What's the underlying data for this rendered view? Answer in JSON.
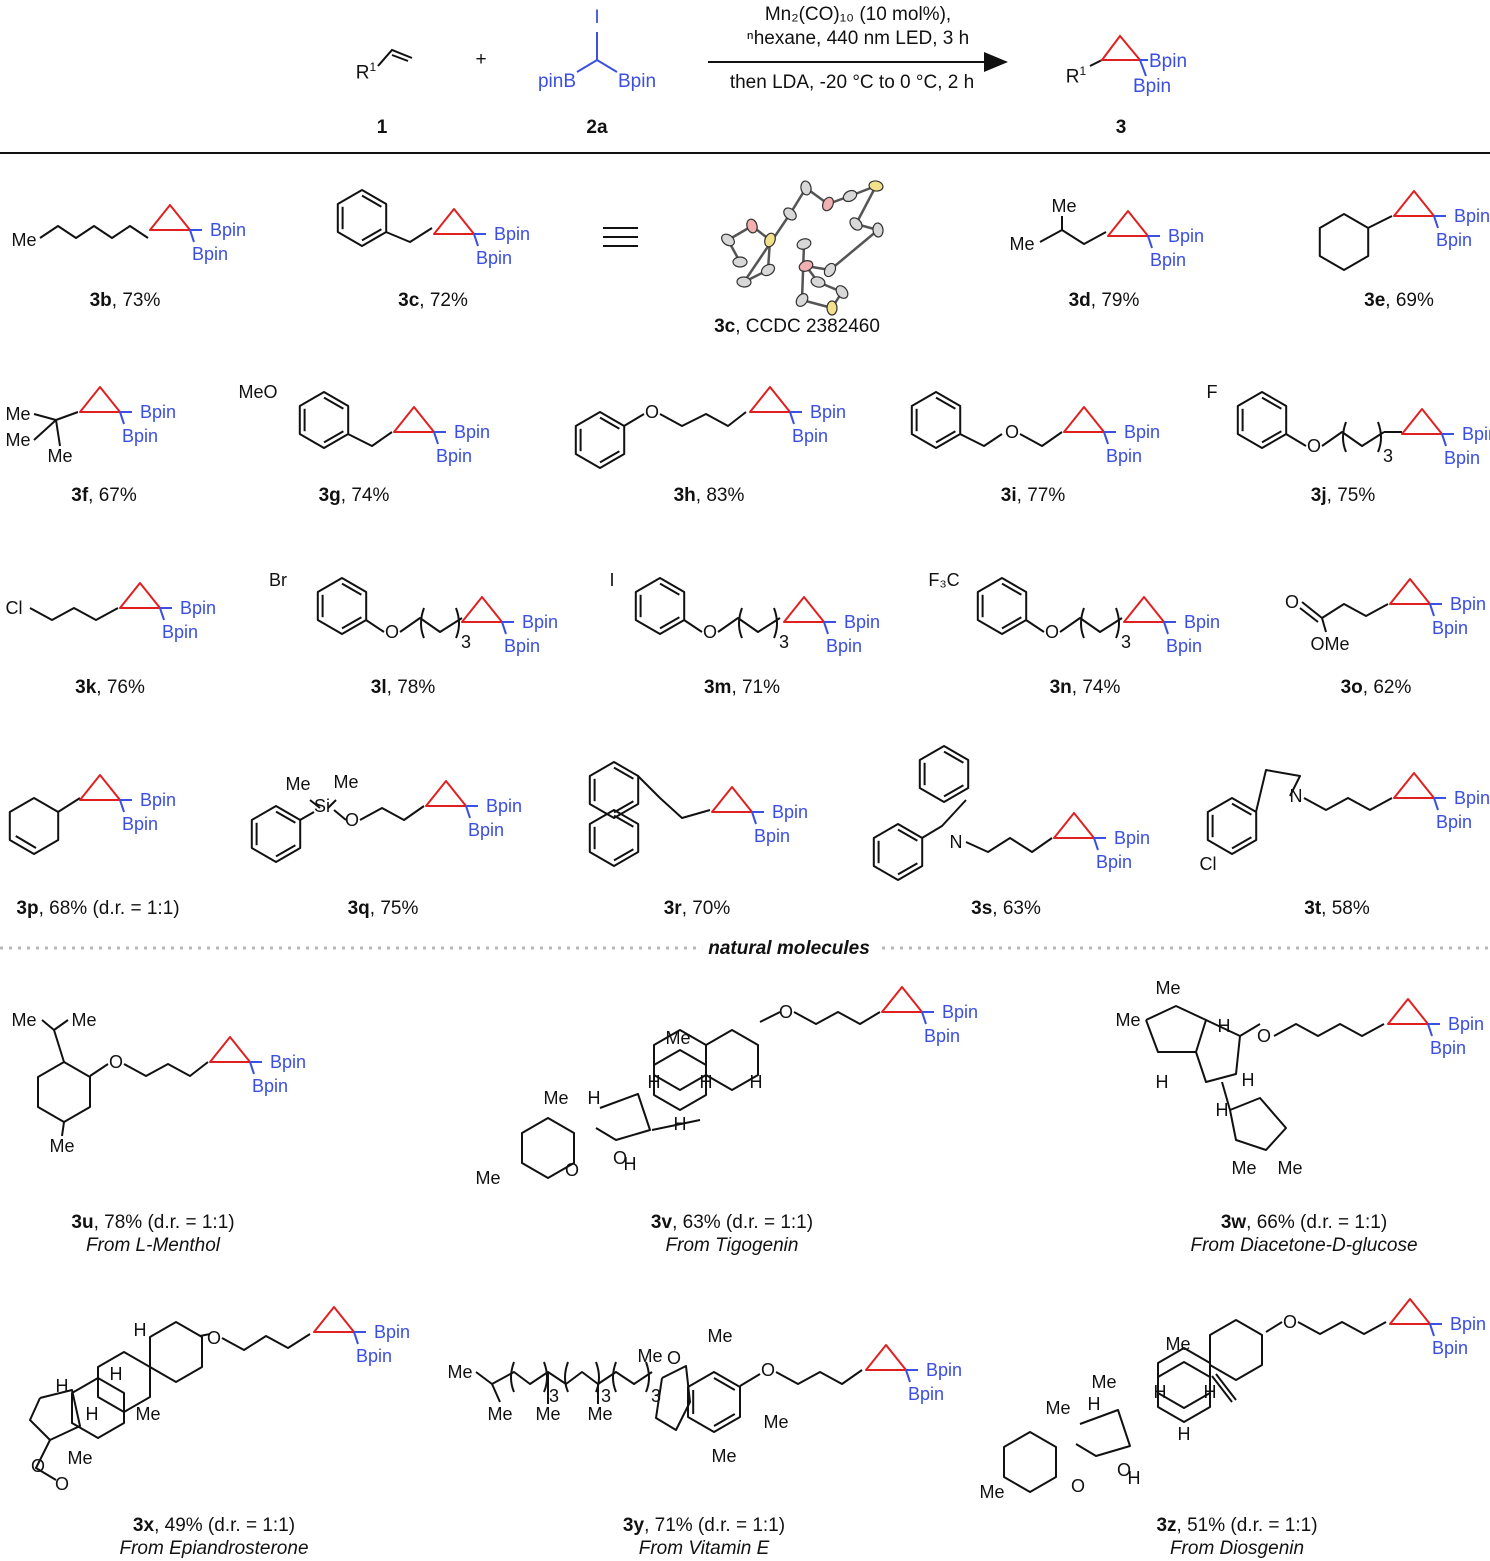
{
  "colors": {
    "boron": "#3b4fe0",
    "cyclopropane": "#e02020",
    "bond": "#111111",
    "separator": "#b8b8b8"
  },
  "reaction": {
    "cond_line1": "Mn₂(CO)₁₀ (10 mol%),",
    "cond_line2": "ⁿhexane, 440 nm LED, 3 h",
    "cond_line3": "then LDA, -20 °C to 0 °C, 2 h",
    "reagent1_label": "1",
    "reagent2_label": "2a",
    "product_label": "3",
    "plus": "+",
    "r1": "R",
    "r1_sup": "1",
    "reagent2_top": "I",
    "reagent2_left": "pinB",
    "bpin": "Bpin"
  },
  "section_header": "natural molecules",
  "xray": {
    "id": "3c",
    "caption": ", CCDC 2382460"
  },
  "compounds": [
    {
      "id": "3b",
      "result": ", 73%",
      "source": ""
    },
    {
      "id": "3c",
      "result": ", 72%",
      "source": ""
    },
    {
      "id": "3d",
      "result": ", 79%",
      "source": ""
    },
    {
      "id": "3e",
      "result": ", 69%",
      "source": ""
    },
    {
      "id": "3f",
      "result": ", 67%",
      "source": ""
    },
    {
      "id": "3g",
      "result": ", 74%",
      "source": ""
    },
    {
      "id": "3h",
      "result": ", 83%",
      "source": ""
    },
    {
      "id": "3i",
      "result": ", 77%",
      "source": ""
    },
    {
      "id": "3j",
      "result": ", 75%",
      "source": ""
    },
    {
      "id": "3k",
      "result": ", 76%",
      "source": ""
    },
    {
      "id": "3l",
      "result": ", 78%",
      "source": ""
    },
    {
      "id": "3m",
      "result": ", 71%",
      "source": ""
    },
    {
      "id": "3n",
      "result": ", 74%",
      "source": ""
    },
    {
      "id": "3o",
      "result": ", 62%",
      "source": ""
    },
    {
      "id": "3p",
      "result": ", 68% (d.r. = 1:1)",
      "source": ""
    },
    {
      "id": "3q",
      "result": ", 75%",
      "source": ""
    },
    {
      "id": "3r",
      "result": ", 70%",
      "source": ""
    },
    {
      "id": "3s",
      "result": ", 63%",
      "source": ""
    },
    {
      "id": "3t",
      "result": ", 58%",
      "source": ""
    },
    {
      "id": "3u",
      "result": ", 78% (d.r. = 1:1)",
      "source": "From L-Menthol"
    },
    {
      "id": "3v",
      "result": ", 63% (d.r. = 1:1)",
      "source": "From Tigogenin"
    },
    {
      "id": "3w",
      "result": ", 66% (d.r. = 1:1)",
      "source": "From Diacetone-D-glucose"
    },
    {
      "id": "3x",
      "result": ", 49% (d.r. = 1:1)",
      "source": "From Epiandrosterone"
    },
    {
      "id": "3y",
      "result": ", 71% (d.r. = 1:1)",
      "source": "From Vitamin E"
    },
    {
      "id": "3z",
      "result": ", 51% (d.r. = 1:1)",
      "source": "From Diosgenin"
    }
  ],
  "atoms": {
    "me": "Me",
    "cl": "Cl",
    "br": "Br",
    "i": "I",
    "f": "F",
    "o": "O",
    "n": "N",
    "si": "Si",
    "h": "H",
    "meo": "MeO",
    "ome": "OMe",
    "cf3": "F₃C",
    "sub3": "3"
  }
}
